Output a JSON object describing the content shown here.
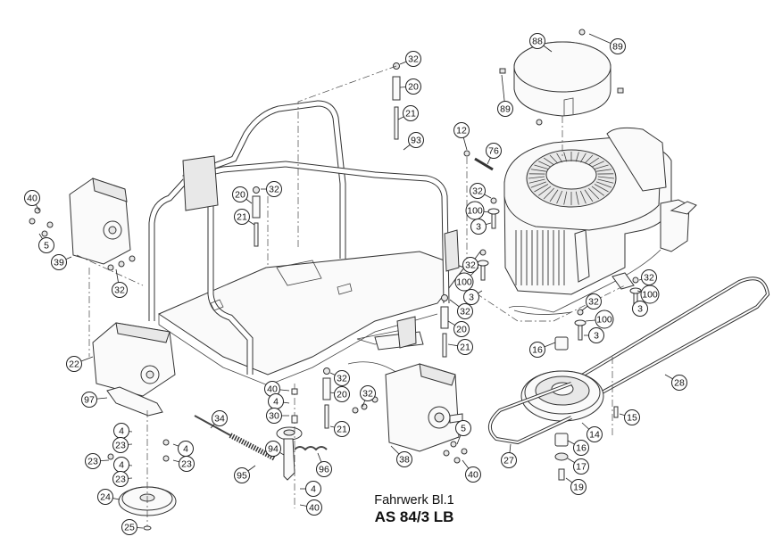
{
  "title": {
    "line1": "Fahrwerk Bl.1",
    "line2": "AS 84/3 LB"
  },
  "assemblies": [
    {
      "name": "air-filter-cover",
      "part_no": "88"
    },
    {
      "name": "engine",
      "part_no": ""
    },
    {
      "name": "frame",
      "part_no": "93"
    },
    {
      "name": "left-gearbox",
      "part_no": "39"
    },
    {
      "name": "right-gearbox",
      "part_no": "38"
    },
    {
      "name": "drive-gearbox",
      "part_no": "22"
    },
    {
      "name": "main-pulley",
      "part_no": "14"
    },
    {
      "name": "gearbox-pulley",
      "part_no": "24"
    },
    {
      "name": "long-belt",
      "part_no": "28"
    },
    {
      "name": "short-belt",
      "part_no": "27"
    },
    {
      "name": "tension-arm",
      "part_no": "94"
    },
    {
      "name": "cable",
      "part_no": "34"
    },
    {
      "name": "spring-cable",
      "part_no": "95"
    },
    {
      "name": "spring",
      "part_no": "96"
    },
    {
      "name": "bracket",
      "part_no": "97"
    }
  ],
  "callouts": [
    {
      "label": "88",
      "near": "air-filter-cover"
    },
    {
      "label": "89",
      "near": "air-filter-cover-screw-right"
    },
    {
      "label": "89",
      "near": "air-filter-cover-screw-left"
    },
    {
      "label": "32",
      "near": "top-bolt-nut"
    },
    {
      "label": "20",
      "near": "top-spacer"
    },
    {
      "label": "21",
      "near": "top-bolt"
    },
    {
      "label": "93",
      "near": "frame"
    },
    {
      "label": "12",
      "near": "nut"
    },
    {
      "label": "76",
      "near": "pin"
    },
    {
      "label": "32",
      "near": "engine-nut-1"
    },
    {
      "label": "100",
      "near": "engine-washer-1"
    },
    {
      "label": "3",
      "near": "engine-bolt-1"
    },
    {
      "label": "32",
      "near": "engine-nut-2"
    },
    {
      "label": "100",
      "near": "engine-washer-2"
    },
    {
      "label": "3",
      "near": "engine-bolt-2"
    },
    {
      "label": "32",
      "near": "engine-nut-3"
    },
    {
      "label": "100",
      "near": "engine-washer-3"
    },
    {
      "label": "3",
      "near": "engine-bolt-3"
    },
    {
      "label": "32",
      "near": "engine-nut-4"
    },
    {
      "label": "100",
      "near": "engine-washer-4"
    },
    {
      "label": "3",
      "near": "engine-bolt-4"
    },
    {
      "label": "16",
      "near": "bushing-top"
    },
    {
      "label": "28",
      "near": "long-belt"
    },
    {
      "label": "15",
      "near": "pin-15"
    },
    {
      "label": "14",
      "near": "main-pulley"
    },
    {
      "label": "16",
      "near": "bushing-bottom"
    },
    {
      "label": "17",
      "near": "washer-17"
    },
    {
      "label": "19",
      "near": "bolt-19"
    },
    {
      "label": "27",
      "near": "short-belt"
    },
    {
      "label": "40",
      "near": "left-gearbox-screws"
    },
    {
      "label": "5",
      "near": "left-gearbox-washers"
    },
    {
      "label": "39",
      "near": "left-gearbox"
    },
    {
      "label": "32",
      "near": "left-gearbox-nuts"
    },
    {
      "label": "20",
      "near": "frame-spacer-left"
    },
    {
      "label": "32",
      "near": "frame-nut-left"
    },
    {
      "label": "21",
      "near": "frame-bolt-left"
    },
    {
      "label": "32",
      "near": "frame-nut-right"
    },
    {
      "label": "20",
      "near": "frame-spacer-right"
    },
    {
      "label": "21",
      "near": "frame-bolt-right"
    },
    {
      "label": "22",
      "near": "drive-gearbox"
    },
    {
      "label": "97",
      "near": "bracket"
    },
    {
      "label": "4",
      "near": "washer-a"
    },
    {
      "label": "23",
      "near": "bolt-a"
    },
    {
      "label": "23",
      "near": "bolt-b"
    },
    {
      "label": "4",
      "near": "washer-b"
    },
    {
      "label": "23",
      "near": "bolt-c"
    },
    {
      "label": "4",
      "near": "washer-c"
    },
    {
      "label": "23",
      "near": "bolt-d"
    },
    {
      "label": "24",
      "near": "gearbox-pulley"
    },
    {
      "label": "25",
      "near": "circlip"
    },
    {
      "label": "34",
      "near": "cable"
    },
    {
      "label": "95",
      "near": "spring-cable"
    },
    {
      "label": "94",
      "near": "tension-arm"
    },
    {
      "label": "96",
      "near": "spring"
    },
    {
      "label": "4",
      "near": "tension-arm-washer"
    },
    {
      "label": "40",
      "near": "tension-arm-bolt"
    },
    {
      "label": "40",
      "near": "idler-bolt"
    },
    {
      "label": "4",
      "near": "idler-washer"
    },
    {
      "label": "30",
      "near": "idler-bushing"
    },
    {
      "label": "32",
      "near": "mid-nut"
    },
    {
      "label": "20",
      "near": "mid-spacer"
    },
    {
      "label": "21",
      "near": "mid-bolt"
    },
    {
      "label": "32",
      "near": "right-gearbox-nuts"
    },
    {
      "label": "5",
      "near": "right-gearbox-washers"
    },
    {
      "label": "40",
      "near": "right-gearbox-screws"
    },
    {
      "label": "38",
      "near": "right-gearbox"
    }
  ]
}
